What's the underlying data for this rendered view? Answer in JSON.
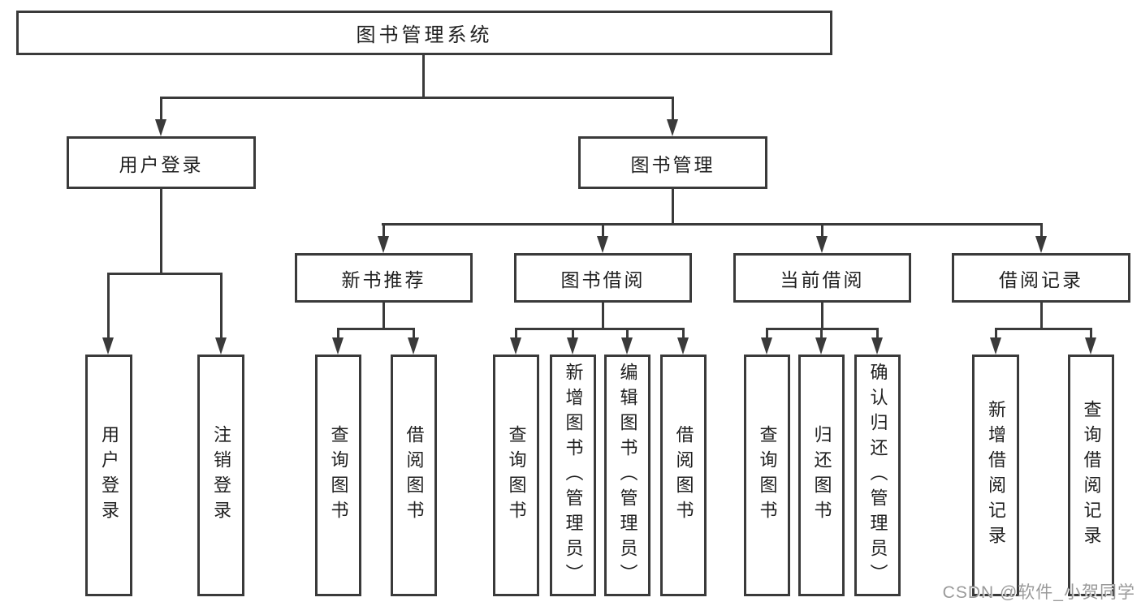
{
  "diagram_title": "图书管理系统",
  "nodes": {
    "root": {
      "label": "图书管理系统"
    },
    "level2": [
      {
        "label": "用户登录"
      },
      {
        "label": "图书管理"
      }
    ],
    "level3": [
      {
        "label": "新书推荐"
      },
      {
        "label": "图书借阅"
      },
      {
        "label": "当前借阅"
      },
      {
        "label": "借阅记录"
      }
    ],
    "leaves": {
      "user_login": [
        {
          "label": "用户登录"
        },
        {
          "label": "注销登录"
        }
      ],
      "new_book_rec": [
        {
          "label": "查询图书"
        },
        {
          "label": "借阅图书"
        }
      ],
      "book_borrow": [
        {
          "label": "查询图书"
        },
        {
          "label": "新增图书（管理员）"
        },
        {
          "label": "编辑图书（管理员）"
        },
        {
          "label": "借阅图书"
        }
      ],
      "current_borrow": [
        {
          "label": "查询图书"
        },
        {
          "label": "归还图书"
        },
        {
          "label": "确认归还（管理员）"
        }
      ],
      "borrow_records": [
        {
          "label": "新增借阅记录"
        },
        {
          "label": "查询借阅记录"
        }
      ]
    }
  },
  "watermark": "CSDN @软件_小贺同学",
  "colors": {
    "line": "#3a3a3a",
    "text": "#1f1f1f",
    "background": "#ffffff",
    "watermark": "#9a9a9a"
  }
}
